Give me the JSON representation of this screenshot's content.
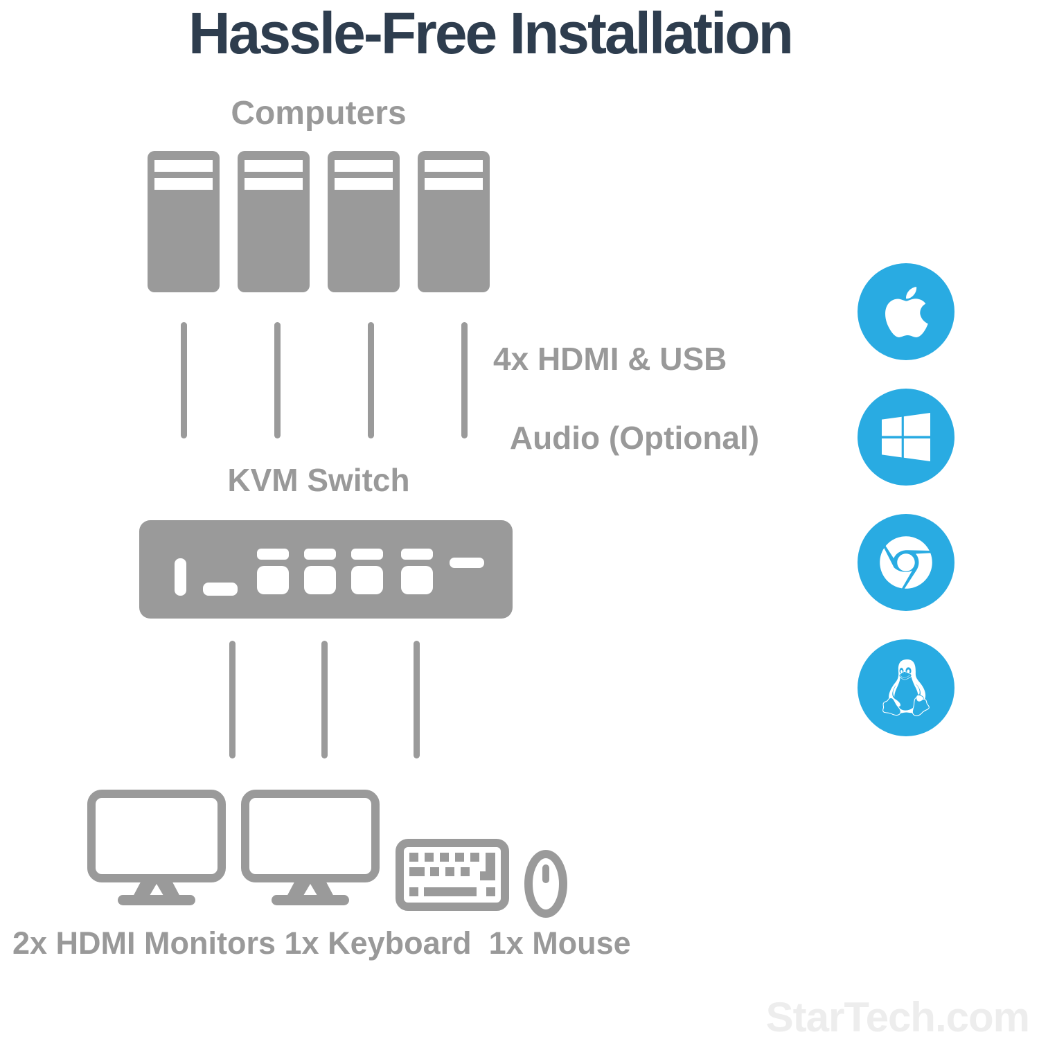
{
  "title": "Hassle-Free Installation",
  "labels": {
    "computers": "Computers",
    "cable_top_line1": "4x HDMI & USB",
    "cable_top_line2": "Audio (Optional)",
    "kvm": "KVM Switch",
    "peripherals": "2x HDMI Monitors 1x Keyboard  1x Mouse"
  },
  "counts": {
    "computers": 4,
    "top_cables": 4,
    "bottom_cables": 3,
    "monitors": 2,
    "keyboards": 1,
    "mice": 1
  },
  "os_icons": [
    "apple-icon",
    "windows-icon",
    "chrome-icon",
    "linux-icon"
  ],
  "colors": {
    "brand_blue": "#29abe2",
    "diagram_gray": "#9a9a9a",
    "label_gray": "#999999",
    "title_navy": "#2e3d4e",
    "watermark_gray": "#ededed"
  },
  "watermark": "StarTech.com"
}
